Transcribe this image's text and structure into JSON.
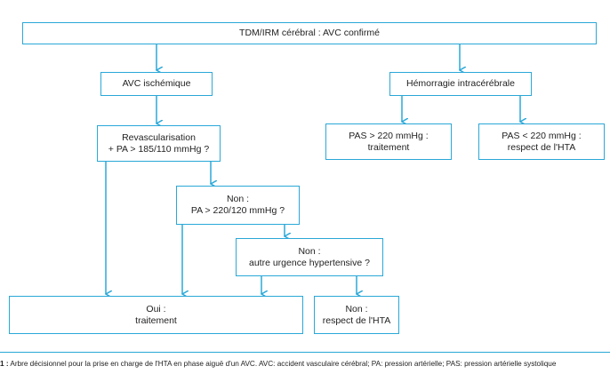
{
  "diagram": {
    "root": "TDM/IRM cérébral : AVC confirmé",
    "ischemic": "AVC ischémique",
    "hemorrhage": "Hémorragie intracérébrale",
    "pas_high": "PAS > 220 mmHg :\ntraitement",
    "pas_low": "PAS < 220 mmHg :\nrespect de l'HTA",
    "revasc": "Revascularisation\n+ PA > 185/110 mmHg ?",
    "non_pa": "Non :\nPA > 220/120 mmHg ?",
    "non_urgence": "Non :\nautre urgence hypertensive ?",
    "oui_traitement": "Oui :\ntraitement",
    "non_respect": "Non :\nrespect de l'HTA"
  },
  "caption": {
    "label": "1 :",
    "text": "Arbre décisionnel pour la prise en charge de l'HTA en phase aiguë d'un AVC. AVC: accident vasculaire cérébral; PA: pression artérielle; PAS: pression artérielle systolique"
  },
  "colors": {
    "accent": "#2aa8d8"
  }
}
